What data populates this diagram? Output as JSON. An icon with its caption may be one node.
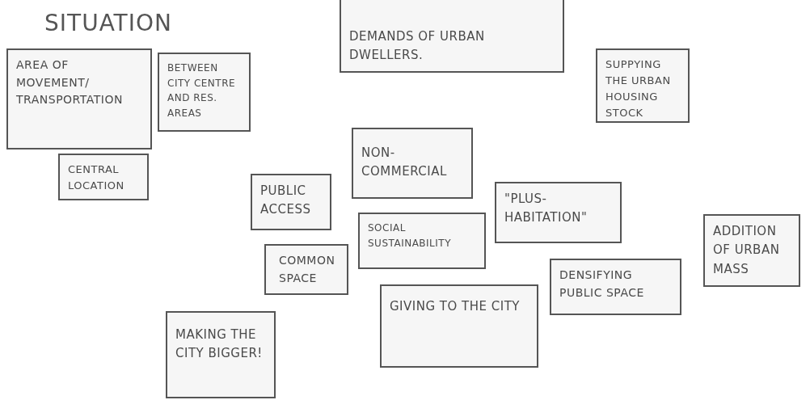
{
  "diagram": {
    "nodes": [
      {
        "text": [
          "SITUATION",
          "AREA OF MOVEMENT/ TRANSPORTATION"
        ]
      },
      {
        "text": [
          "DEMANDS OF URBAN DWELLERS."
        ]
      },
      {
        "text": [
          "BETWEEN CITY CENTRE AND RES. AREAS"
        ]
      },
      {
        "text": [
          "SUPPYING THE URBAN HOUSING STOCK"
        ]
      },
      {
        "text": [
          "CENTRAL LOCATION"
        ]
      },
      {
        "text": [
          "NON-COMMERCIAL"
        ]
      },
      {
        "text": [
          "PUBLIC ACCESS"
        ]
      },
      {
        "text": [
          "\"PLUS-HABITATION\""
        ]
      },
      {
        "text": [
          "SOCIAL SUSTAINABILITY"
        ]
      },
      {
        "text": [
          "COMMON SPACE"
        ]
      },
      {
        "text": [
          "ADDITION OF URBAN MASS"
        ]
      },
      {
        "text": [
          "DENSIFYING PUBLIC SPACE"
        ]
      },
      {
        "text": [
          "GIVING TO THE CITY"
        ]
      },
      {
        "text": [
          "MAKING THE CITY BIGGER!"
        ]
      }
    ]
  }
}
